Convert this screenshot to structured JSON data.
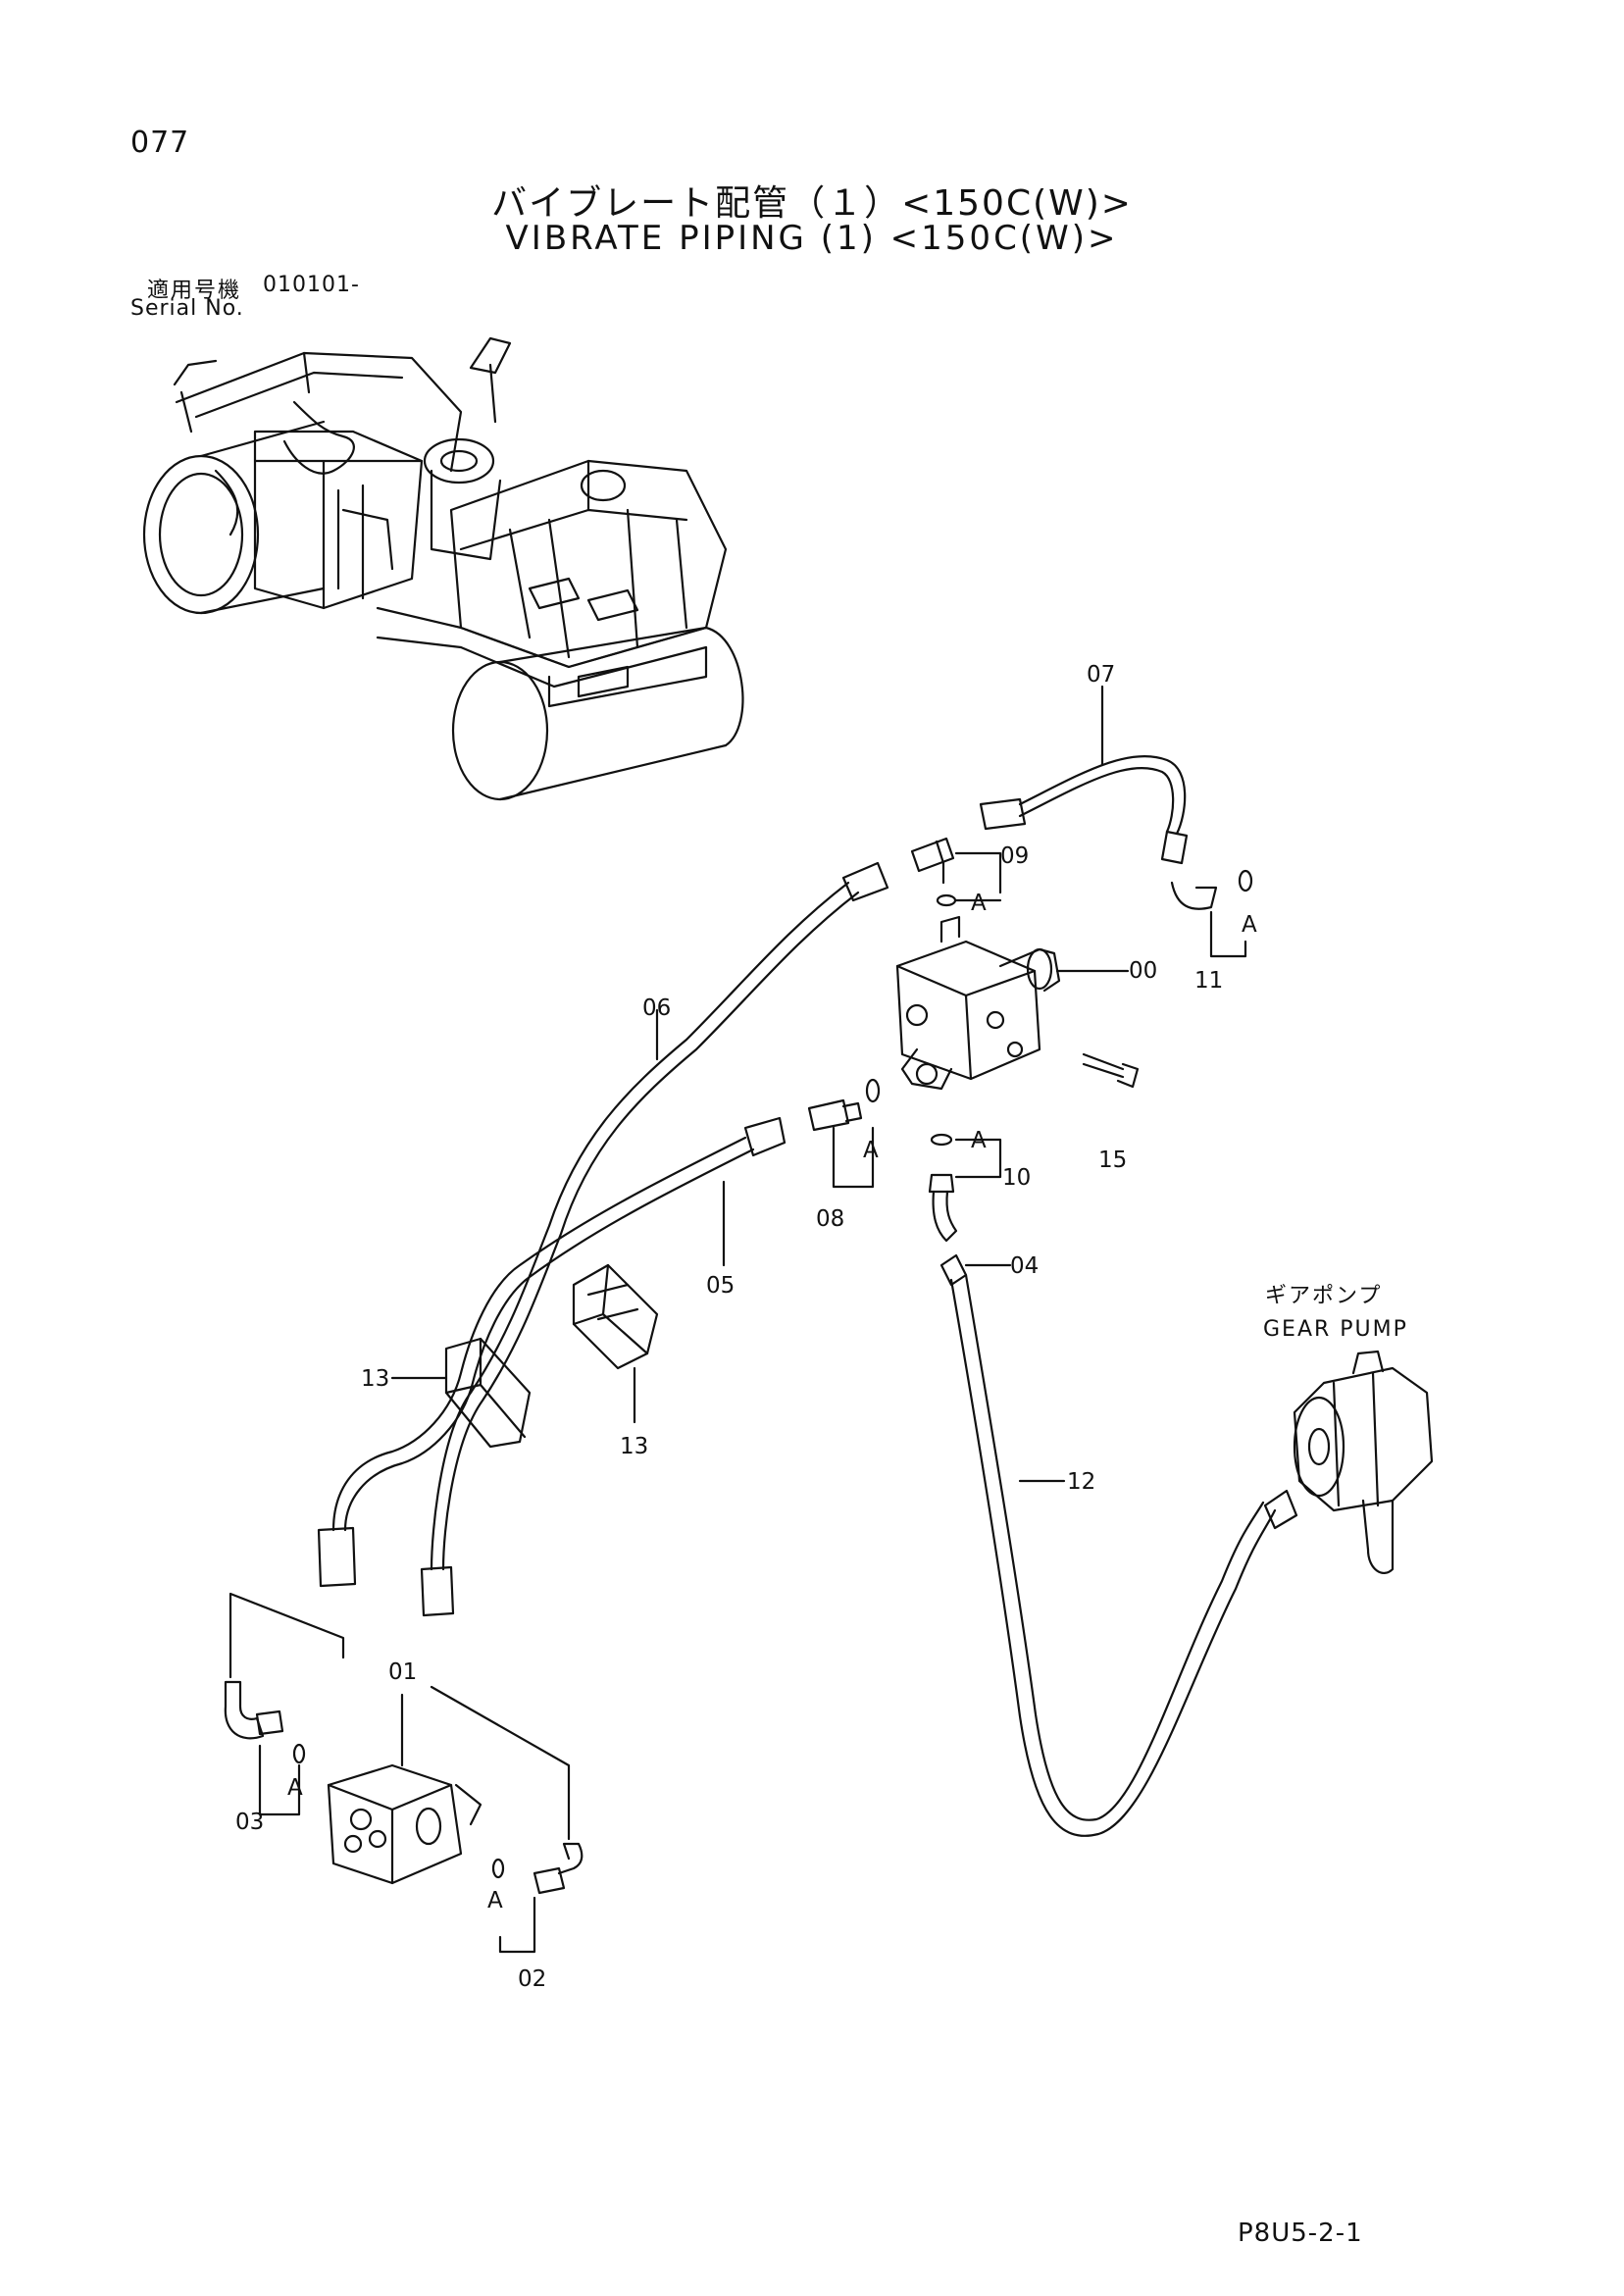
{
  "page_number": "077",
  "title_jp": "バイブレート配管（１）<150C(W)>",
  "title_en": "VIBRATE PIPING (1) <150C(W)>",
  "serial": {
    "label_jp": "適用号機",
    "number": "010101-",
    "label_en": "Serial No."
  },
  "callouts": {
    "c00": "00",
    "c01": "01",
    "c02": "02",
    "c03": "03",
    "c04": "04",
    "c05": "05",
    "c06": "06",
    "c07": "07",
    "c08": "08",
    "c09": "09",
    "c10": "10",
    "c11": "11",
    "c12": "12",
    "c13a": "13",
    "c13b": "13",
    "c15": "15"
  },
  "a_marks": {
    "a1": "A",
    "a2": "A",
    "a3": "A",
    "a4": "A",
    "a5": "A",
    "a6": "A"
  },
  "gear_pump": {
    "jp": "ギアポンプ",
    "en": "GEAR PUMP"
  },
  "footer_code": "P8U5-2-1"
}
